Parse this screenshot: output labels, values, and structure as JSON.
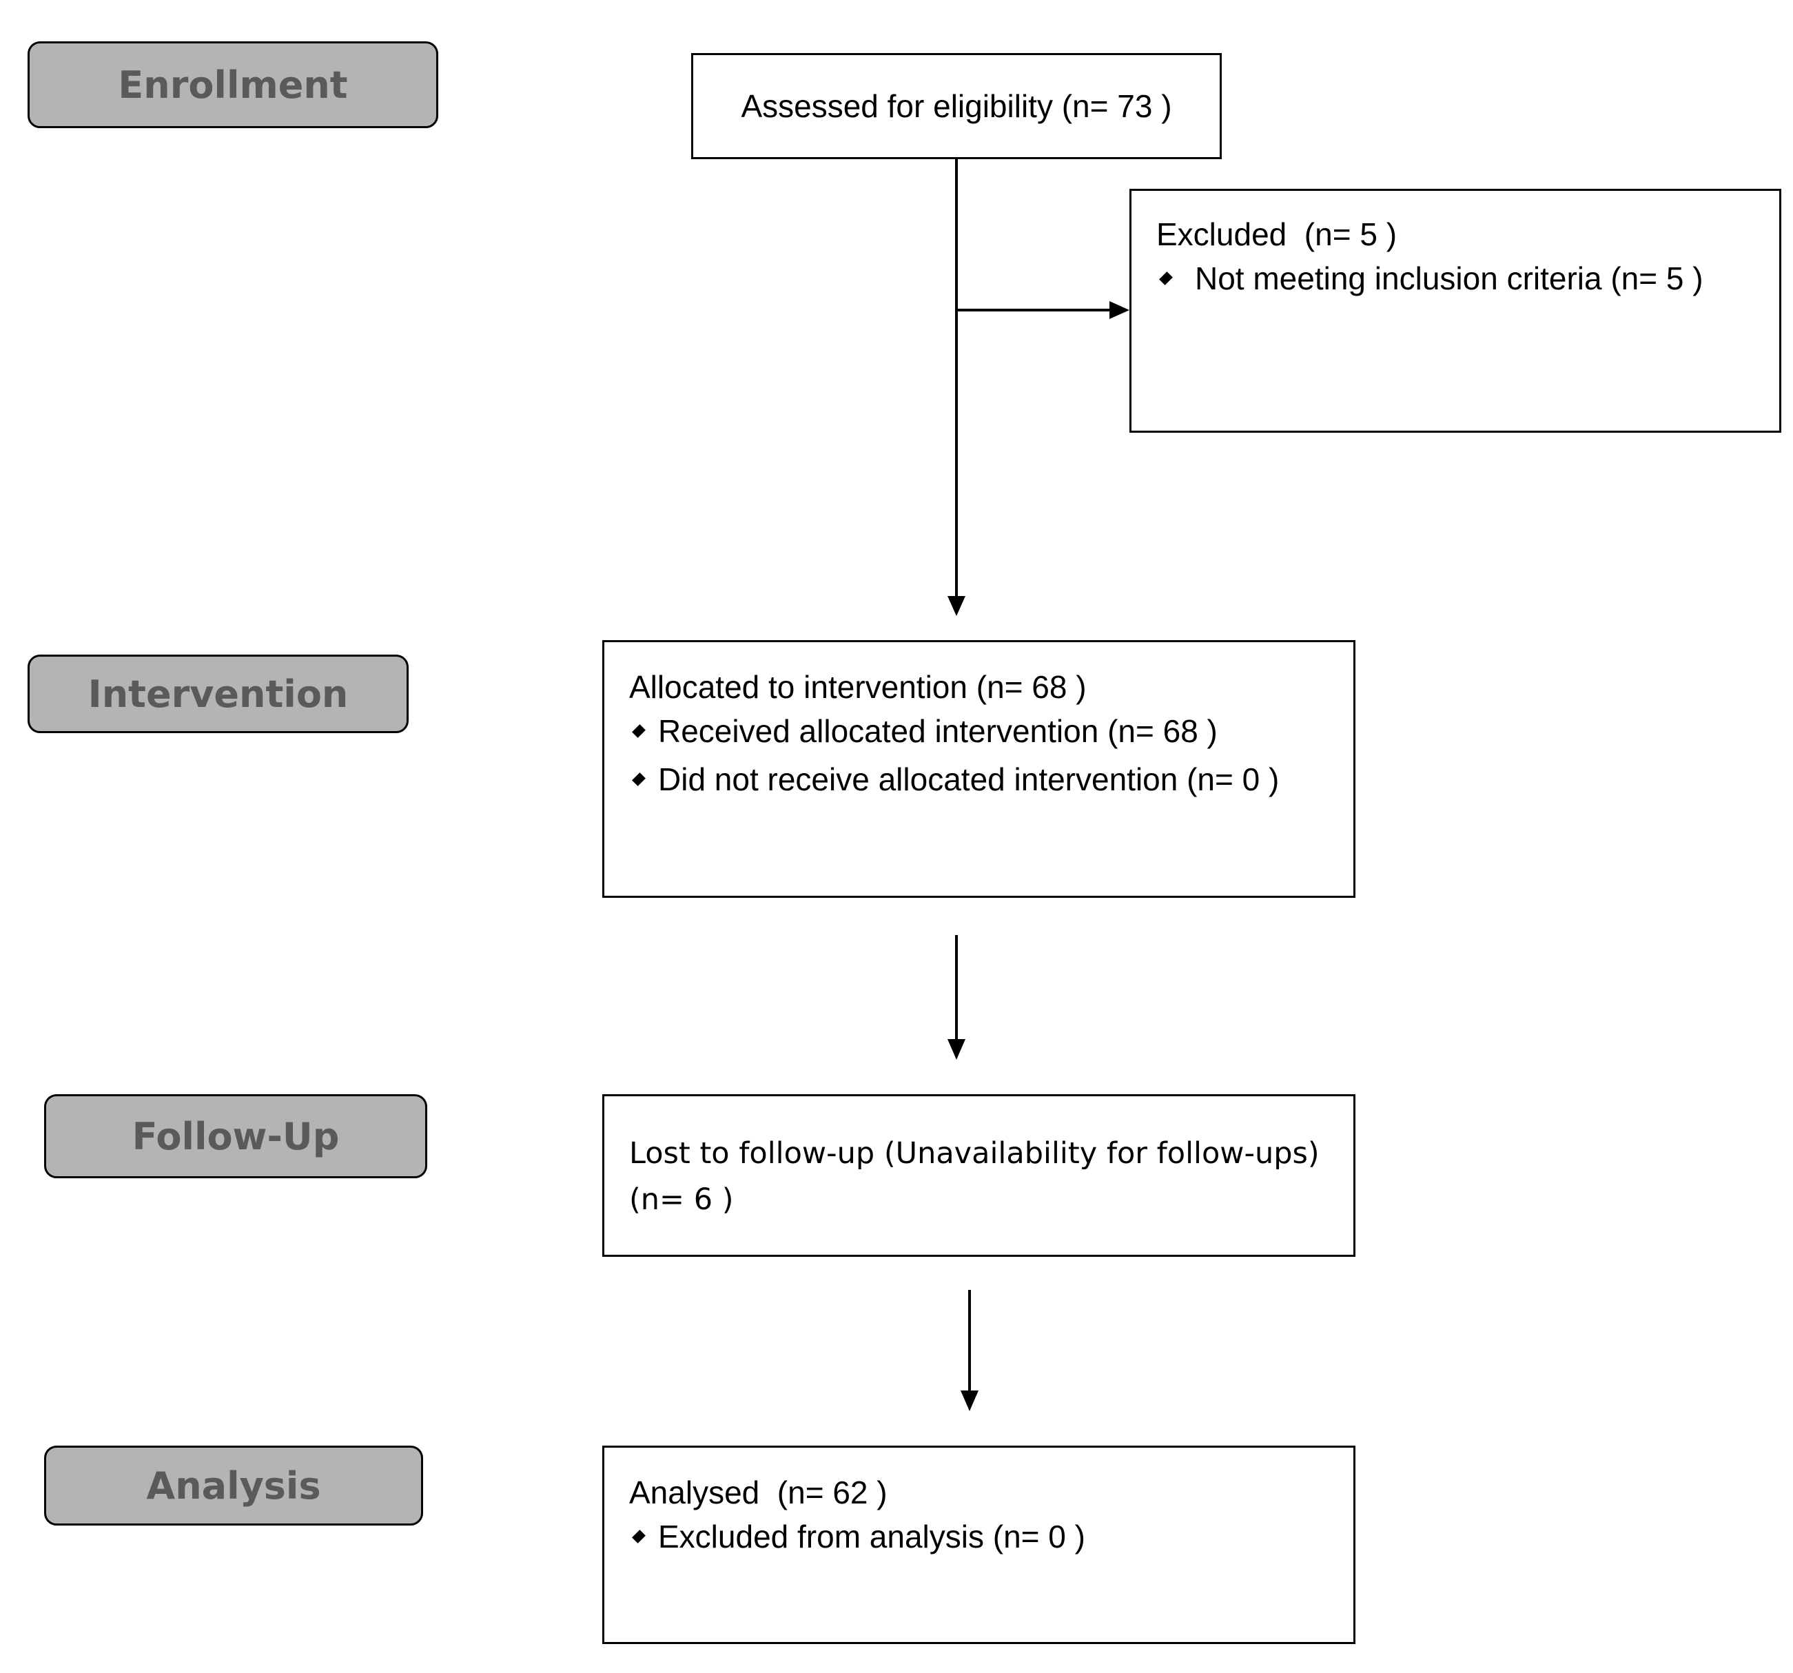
{
  "stages": {
    "enrollment": "Enrollment",
    "intervention": "Intervention",
    "followup": "Follow-Up",
    "analysis": "Analysis"
  },
  "boxes": {
    "assessed": {
      "text": "Assessed for eligibility (n= 73 )"
    },
    "excluded": {
      "title": "Excluded  (n= 5 )",
      "items": [
        "Not meeting inclusion criteria (n= 5 )"
      ]
    },
    "allocated": {
      "title": "Allocated to intervention (n= 68 )",
      "items": [
        "Received allocated intervention (n= 68 )",
        "Did not receive allocated intervention (n= 0 )"
      ]
    },
    "lost": {
      "line1": "Lost to follow-up (Unavailability for follow-ups)",
      "line2": "(n= 6 )"
    },
    "analysed": {
      "title": "Analysed  (n= 62 )",
      "items": [
        "Excluded from analysis (n= 0 )"
      ]
    }
  },
  "colors": {
    "stage_fill": "#b4b4b4",
    "stage_text": "#5a5a5a",
    "stroke": "#000000",
    "box_fill": "#ffffff"
  }
}
